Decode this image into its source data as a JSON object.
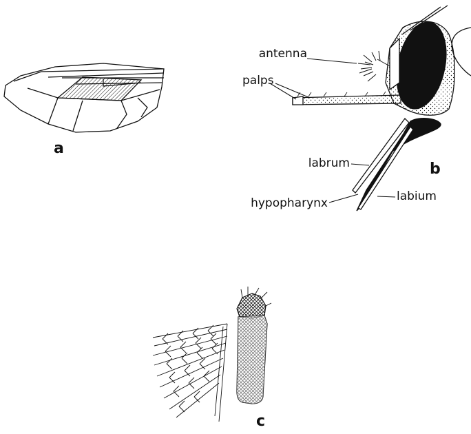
{
  "panels": {
    "a": {
      "letter": "a"
    },
    "b": {
      "letter": "b",
      "labels": {
        "antenna": "antenna",
        "palps": "palps",
        "labrum": "labrum",
        "hypopharynx": "hypopharynx",
        "labium": "labium"
      }
    },
    "c": {
      "letter": "c"
    }
  },
  "colors": {
    "ink": "#111111",
    "paper": "#ffffff"
  }
}
